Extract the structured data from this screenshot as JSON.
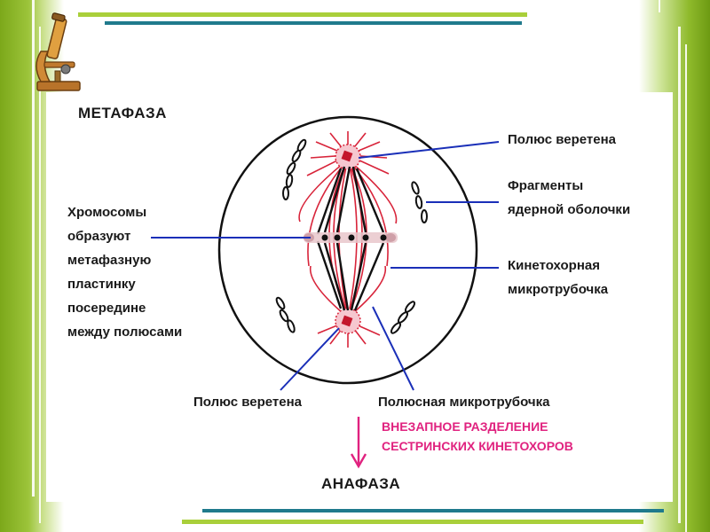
{
  "title": "МЕТАФАЗА",
  "bottom_title": "АНАФАЗА",
  "labels": {
    "pole_top": "Полюс веретена",
    "fragments": [
      "Фрагменты",
      "ядерной оболочки"
    ],
    "chromosomes": [
      "Хромосомы",
      "образуют",
      "метафазную",
      "пластинку",
      "посередине",
      "между полюсами"
    ],
    "kinetochore_mt": [
      "Кинетохорная",
      "микротрубочка"
    ],
    "pole_bottom": "Полюс веретена",
    "polar_mt": "Полюсная микротрубочка",
    "separation": [
      "ВНЕЗАПНОЕ РАЗДЕЛЕНИЕ",
      "СЕСТРИНСКИХ КИНЕТОХОРОВ"
    ]
  },
  "colors": {
    "accent_green": "#a9cf3a",
    "accent_teal": "#1f7a8c",
    "spindle_red": "#d8243a",
    "pointer_blue": "#1a2fb8",
    "arrow_pink": "#e0227f"
  },
  "icons": {
    "logo": "microscope-icon"
  }
}
